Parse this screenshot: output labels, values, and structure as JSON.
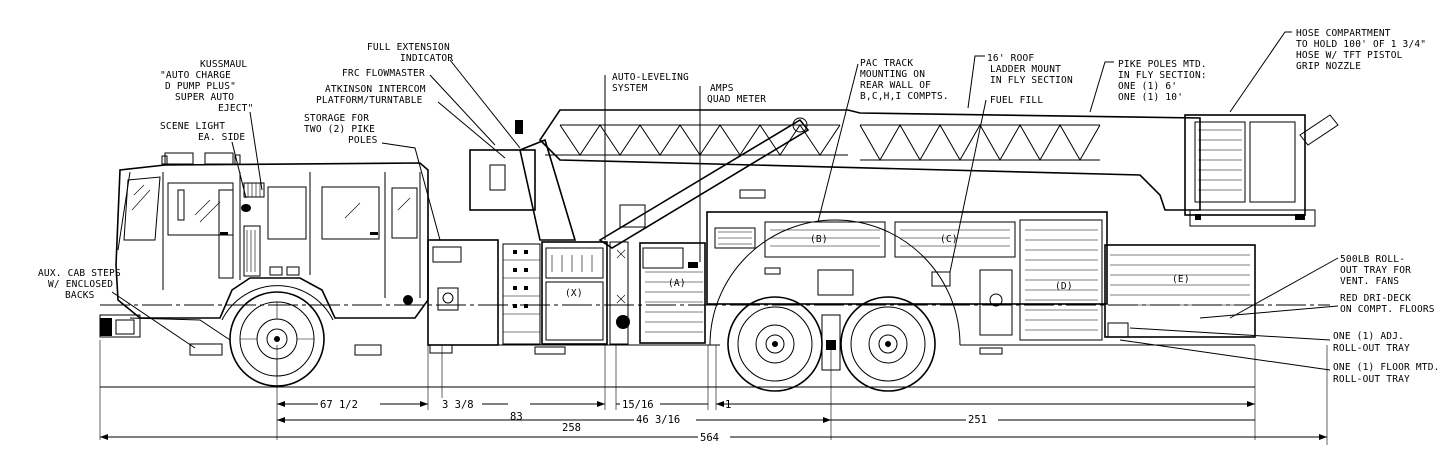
{
  "callouts": {
    "kussmaul": [
      "KUSSMAUL",
      "\"AUTO CHARGE",
      "D PUMP PLUS\"",
      "SUPER AUTO",
      "EJECT\""
    ],
    "scene_light": [
      "SCENE LIGHT",
      "EA. SIDE"
    ],
    "full_extension": [
      "FULL EXTENSION",
      "INDICATOR"
    ],
    "frc_flowmaster": [
      "FRC FLOWMASTER"
    ],
    "atkinson": [
      "ATKINSON INTERCOM",
      "PLATFORM/TURNTABLE"
    ],
    "pike_storage": [
      "STORAGE FOR",
      "TWO (2) PIKE",
      "POLES"
    ],
    "auto_leveling": [
      "AUTO-LEVELING",
      "SYSTEM"
    ],
    "amps_meter": [
      "AMPS",
      "QUAD METER"
    ],
    "pac_track": [
      "PAC TRACK",
      "MOUNTING ON",
      "REAR WALL OF",
      "B,C,H,I COMPTS."
    ],
    "roof_ladder": [
      "16' ROOF",
      "LADDER MOUNT",
      "IN FLY SECTION"
    ],
    "fuel_fill": [
      "FUEL FILL"
    ],
    "pike_poles_fly": [
      "PIKE POLES MTD.",
      "IN FLY SECTION:",
      "ONE (1) 6'",
      "ONE (1) 10'"
    ],
    "hose_compartment": [
      "HOSE COMPARTMENT",
      "TO HOLD 100' OF 1 3/4\"",
      "HOSE W/ TFT PISTOL",
      "GRIP NOZZLE"
    ],
    "aux_cab_steps": [
      "AUX. CAB STEPS",
      "W/ ENCLOSED",
      "BACKS"
    ],
    "rollout_500": [
      "500LB ROLL-",
      "OUT TRAY FOR",
      "VENT. FANS"
    ],
    "red_dri_deck": [
      "RED DRI-DECK",
      "ON COMPT. FLOORS"
    ],
    "adj_tray": [
      "ONE (1) ADJ.",
      "ROLL-OUT TRAY"
    ],
    "floor_tray": [
      "ONE (1) FLOOR MTD.",
      "ROLL-OUT TRAY"
    ]
  },
  "compartment_labels": [
    "(B)",
    "(C)",
    "(D)",
    "(E)",
    "(A)",
    "(X)"
  ],
  "dimensions": {
    "d_67": "67 1/2",
    "d_3": "3 3/8",
    "d_83": "83",
    "d_15": "15/16",
    "d_1": "1",
    "d_46": "46 3/16",
    "d_251": "251",
    "d_258": "258",
    "d_564": "564"
  }
}
